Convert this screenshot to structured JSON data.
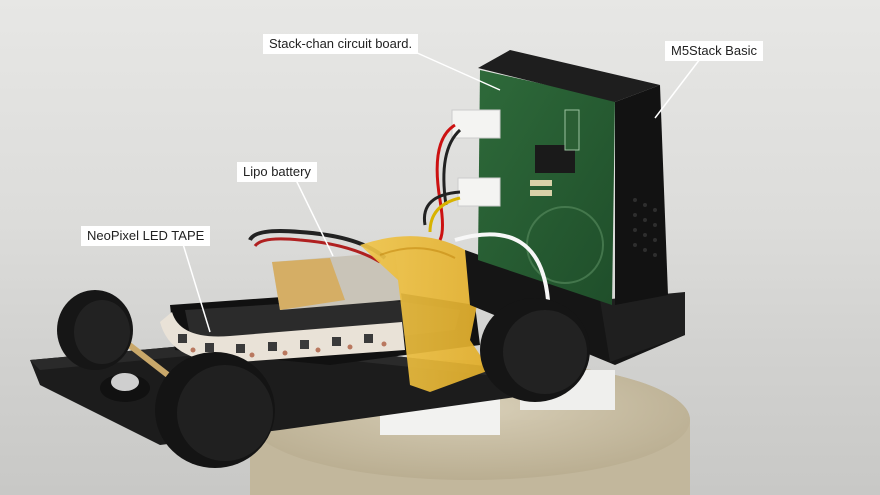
{
  "photo": {
    "subject": "Stack-chan robot with wheeled base",
    "background_color": "#dcdcda"
  },
  "callouts": [
    {
      "id": "stack",
      "text": "Stack-chan circuit board."
    },
    {
      "id": "m5",
      "text": "M5Stack Basic"
    },
    {
      "id": "lipo",
      "text": "Lipo battery"
    },
    {
      "id": "neo",
      "text": "NeoPixel LED TAPE"
    }
  ]
}
